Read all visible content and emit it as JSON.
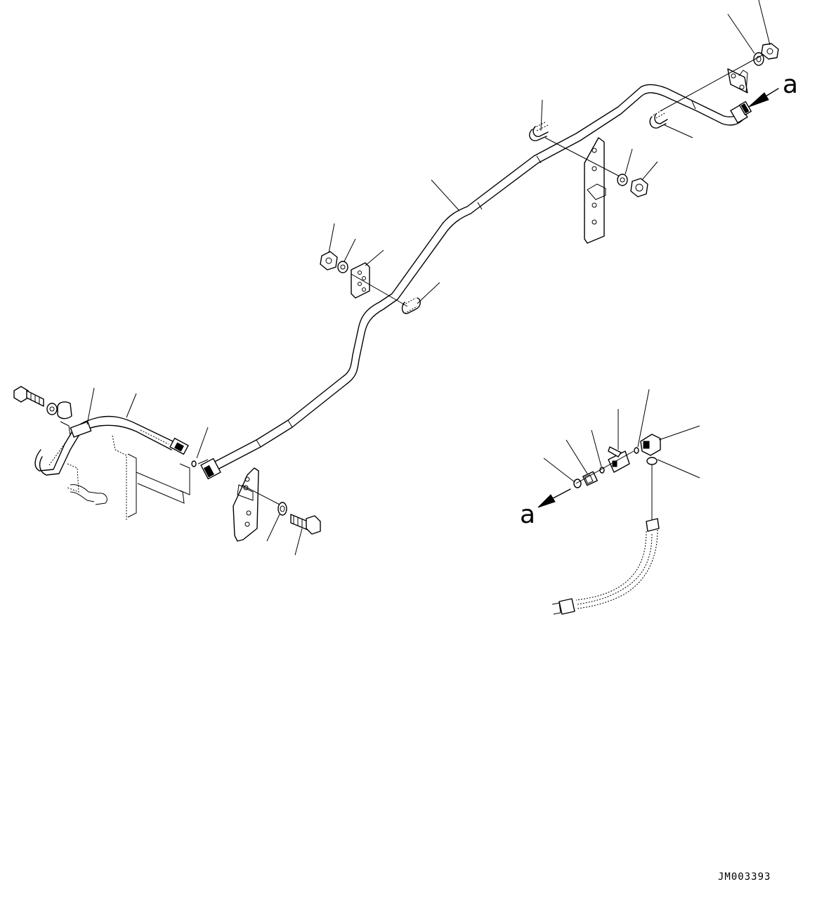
{
  "diagram": {
    "callouts": {
      "a_top": "a",
      "a_bottom": "a"
    },
    "document_id": "JM003393"
  }
}
